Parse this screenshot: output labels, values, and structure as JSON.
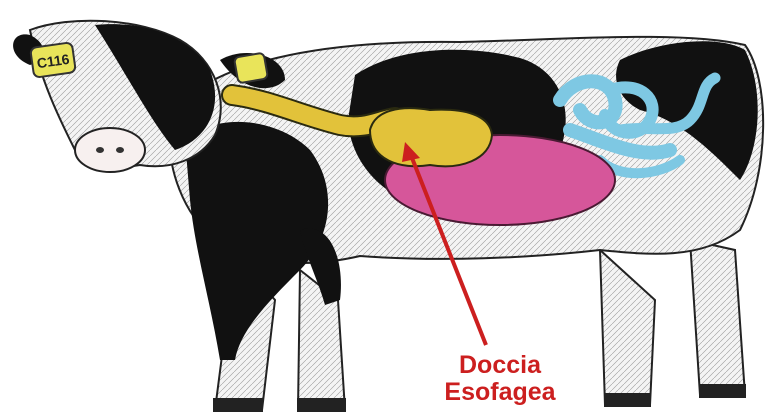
{
  "callout": {
    "line1": "Doccia",
    "line2": "Esofagea",
    "color": "#cc1f1f"
  },
  "ear_tag": {
    "number": "C116"
  },
  "colors": {
    "esophagus": "#e2c23a",
    "rumen": "#d6569a",
    "intestines": "#7ec8e3",
    "coat_black": "#111111",
    "coat_white": "#f4f4f4",
    "ear_tag": "#e9e45a"
  }
}
